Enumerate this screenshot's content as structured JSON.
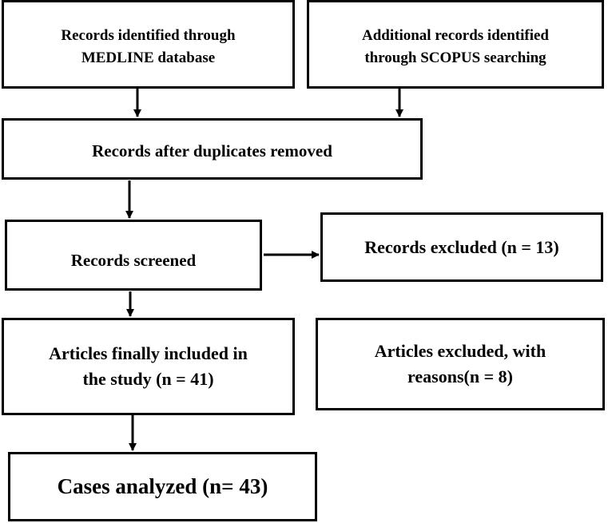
{
  "boxes": {
    "medline": "Records identified through\nMEDLINE database",
    "scopus": "Additional records identified\nthrough SCOPUS searching",
    "duplicates": "Records after duplicates removed",
    "screened": "Records screened",
    "excluded": "Records excluded (n = 13)",
    "included": "Articles finally included in\nthe study (n = 41)",
    "reasons": "Articles excluded, with\nreasons(n = 8)",
    "cases": "Cases analyzed (n= 43)"
  }
}
